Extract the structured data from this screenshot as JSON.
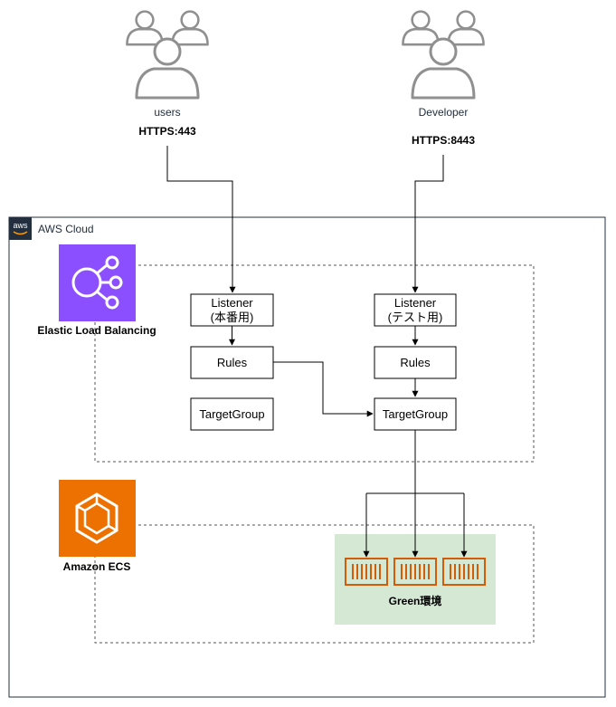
{
  "actors": {
    "users": {
      "label": "users",
      "port": "HTTPS:443"
    },
    "developer": {
      "label": "Developer",
      "port": "HTTPS:8443"
    }
  },
  "cloud": {
    "label": "AWS Cloud",
    "badge": "aws"
  },
  "elb": {
    "label": "Elastic Load Balancing",
    "listener_prod": {
      "line1": "Listener",
      "line2": "(本番用)"
    },
    "listener_test": {
      "line1": "Listener",
      "line2": "(テスト用)"
    },
    "rules_prod": "Rules",
    "rules_test": "Rules",
    "tg_blue": "TargetGroup",
    "tg_green": "TargetGroup"
  },
  "ecs": {
    "label": "Amazon ECS",
    "green_env": "Green環境"
  },
  "colors": {
    "elb_purple": "#8c4fff",
    "ecs_orange": "#ed7100",
    "green_bg": "#d5e8d4",
    "container_orange": "#d45b07",
    "user_gray": "#909090"
  }
}
